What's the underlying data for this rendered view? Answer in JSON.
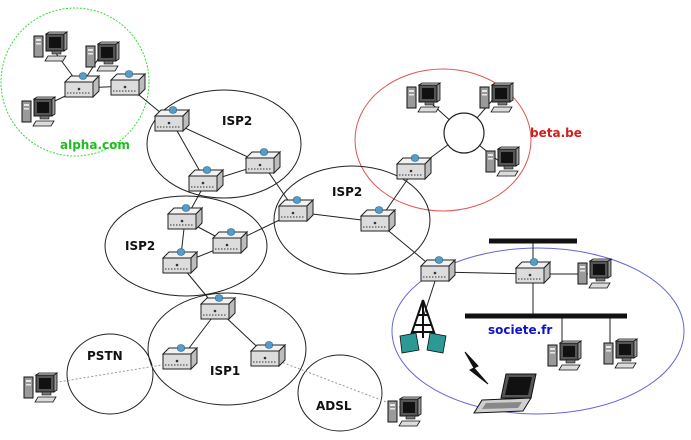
{
  "labels": {
    "alpha": "alpha.com",
    "beta": "beta.be",
    "societe": "societe.fr",
    "isp2_top": "ISP2",
    "isp2_right": "ISP2",
    "isp2_left": "ISP2",
    "isp1": "ISP1",
    "pstn": "PSTN",
    "adsl": "ADSL"
  },
  "colors": {
    "alpha_boundary": "#33dd33",
    "alpha_label": "#22bb22",
    "beta_boundary": "#e05555",
    "beta_label": "#d02020",
    "societe_boundary": "#6666dd",
    "societe_label": "#1111cc",
    "link": "#222222",
    "dashed_link": "#999999",
    "router_icon": "#5a9cc8",
    "antenna_panel": "#2b9a94"
  },
  "icons": {
    "router": "router-icon",
    "computer": "computer-icon",
    "laptop": "laptop-icon",
    "antenna": "antenna-icon",
    "wireless": "lightning-bolt-icon",
    "hub": "ring-hub-icon"
  }
}
